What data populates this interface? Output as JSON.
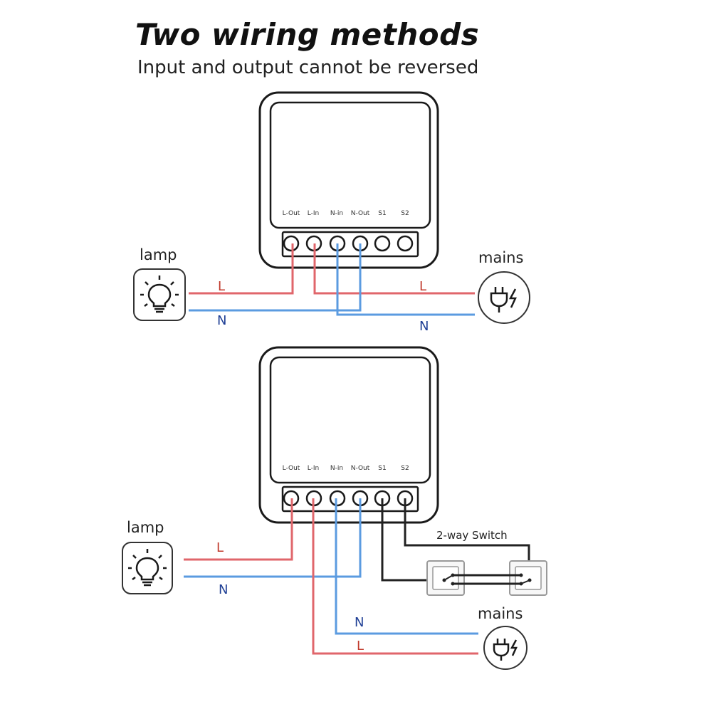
{
  "header": {
    "title": "Two wiring methods",
    "subtitle": "Input and output cannot be reversed"
  },
  "terminals": [
    "L-Out",
    "L-In",
    "N-in",
    "N-Out",
    "S1",
    "S2"
  ],
  "labels": {
    "lamp": "lamp",
    "mains": "mains",
    "live": "L",
    "neutral": "N",
    "two_way_switch": "2-way Switch"
  },
  "colors": {
    "live": "#e0666b",
    "neutral": "#5b9be0",
    "switch_wire": "#222222",
    "label_live": "#c0392b",
    "label_neutral": "#1f3f95"
  },
  "icons": {
    "lamp": "light-bulb-icon",
    "mains": "plug-icon"
  }
}
